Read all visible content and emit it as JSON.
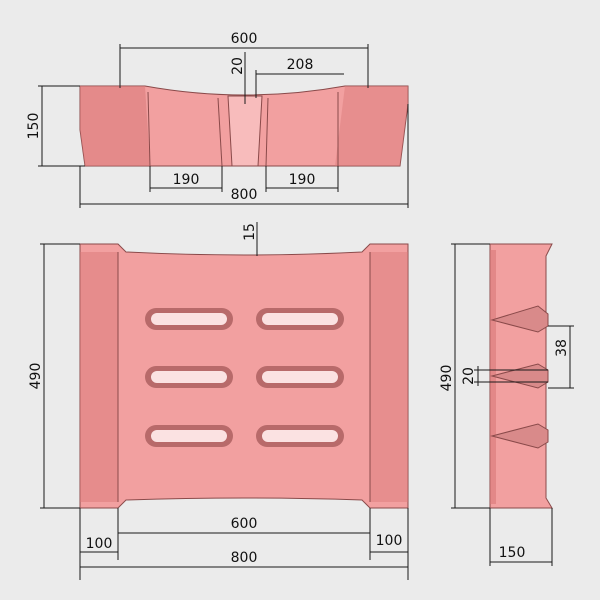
{
  "colors": {
    "background": "#ebebeb",
    "part_fill": "#f2a0a0",
    "part_shadow": "#d97878",
    "part_highlight": "#f8bcbc",
    "slot_fill": "#fbe2e2",
    "dimension_line": "#1a1a1a"
  },
  "top_view": {
    "dims": {
      "top_width": "600",
      "dip": "20",
      "center_gap": "208",
      "height": "150",
      "left_pocket": "190",
      "right_pocket": "190",
      "overall_width": "800"
    }
  },
  "front_view": {
    "dims": {
      "top_dip": "15",
      "height": "490",
      "inner_width": "600",
      "left_flange": "100",
      "right_flange": "100",
      "overall_width": "800"
    }
  },
  "side_view": {
    "dims": {
      "height": "490",
      "rib": "38",
      "rib_gap": "20",
      "thickness": "150"
    }
  }
}
